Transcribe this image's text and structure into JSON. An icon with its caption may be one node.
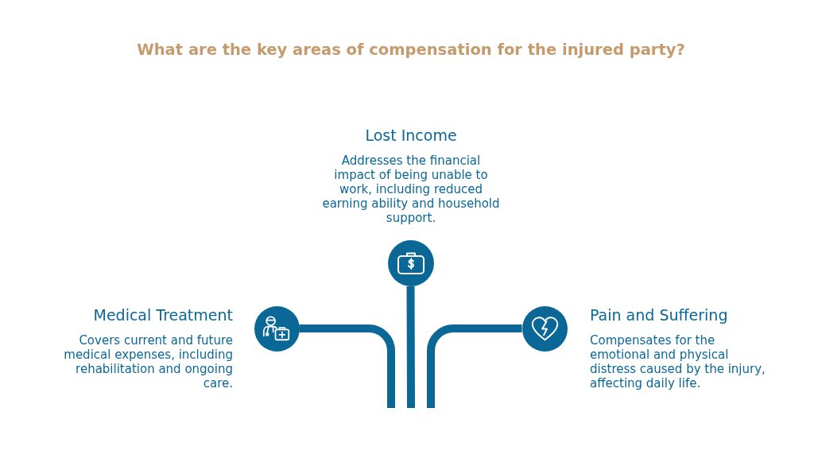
{
  "diagram": {
    "title": "What are the key areas of compensation for the injured party?",
    "nodes": [
      {
        "text": [],
        "shape": "circle",
        "beside": [
          "Lost Income",
          "Addresses the financial impact of being unable to work, including reduced earning ability and household support."
        ]
      },
      {
        "text": [],
        "shape": "circle",
        "beside": [
          "Medical Treatment",
          "Covers current and future medical expenses, including rehabilitation and ongoing care."
        ]
      },
      {
        "text": [],
        "shape": "circle",
        "beside": [
          "Pain and Suffering",
          "Compensates for the emotional and physical distress caused by the injury, affecting daily life."
        ]
      }
    ],
    "edges": [
      {
        "from": null,
        "to": 0,
        "arrow": "none"
      },
      {
        "from": null,
        "to": 1,
        "arrow": "none"
      },
      {
        "from": null,
        "to": 2,
        "arrow": "none"
      }
    ]
  }
}
